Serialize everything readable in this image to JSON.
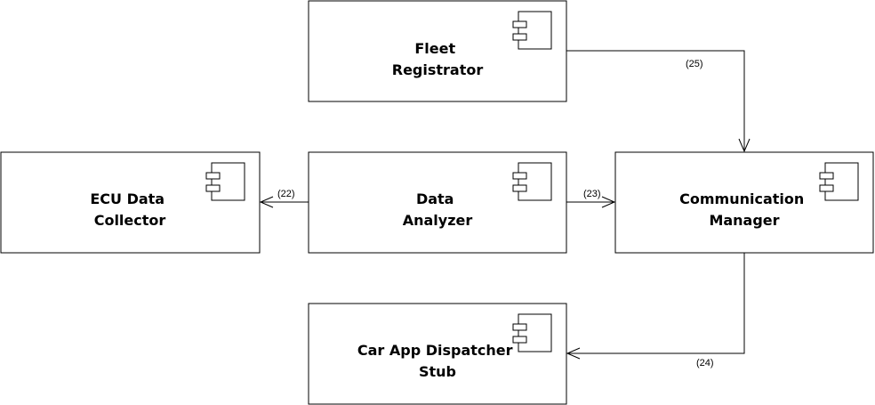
{
  "components": [
    {
      "id": "fleet-registrator",
      "lines": [
        "Fleet",
        "Registrator"
      ],
      "icon": "component-icon"
    },
    {
      "id": "ecu-data-collector",
      "lines": [
        "ECU Data",
        "Collector"
      ],
      "icon": "component-icon"
    },
    {
      "id": "data-analyzer",
      "lines": [
        "Data",
        "Analyzer"
      ],
      "icon": "component-icon"
    },
    {
      "id": "communication-manager",
      "lines": [
        "Communication",
        "Manager"
      ],
      "icon": "component-icon"
    },
    {
      "id": "car-app-dispatcher-stub",
      "lines": [
        "Car App Dispatcher",
        "Stub"
      ],
      "icon": "component-icon"
    }
  ],
  "connections": [
    {
      "from": "fleet-registrator",
      "to": "communication-manager",
      "label": "(25)"
    },
    {
      "from": "data-analyzer",
      "to": "ecu-data-collector",
      "label": "(22)"
    },
    {
      "from": "data-analyzer",
      "to": "communication-manager",
      "label": "(23)"
    },
    {
      "from": "communication-manager",
      "to": "car-app-dispatcher-stub",
      "label": "(24)"
    }
  ]
}
